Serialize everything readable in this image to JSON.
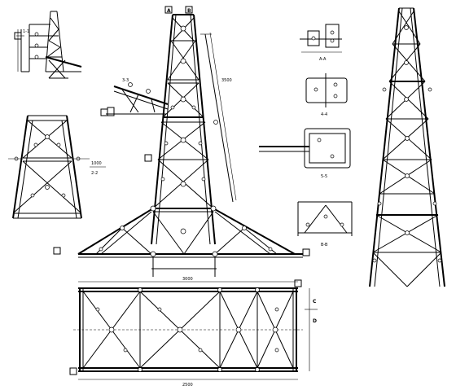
{
  "drawing": {
    "background": "#ffffff",
    "line_color": "#000000",
    "panels": {
      "left_small_view": "tower-elevation-sketch",
      "left_lower_view": "truss-section",
      "center_main_view": "main-tower-elevation",
      "right_view": "tall-tower-elevation",
      "bottom_view": "plan-truss",
      "middle_details": [
        "bracket-detail",
        "plate-detail-1",
        "plate-detail-2",
        "triangle-detail"
      ]
    },
    "labels": {
      "section_a": "1-1",
      "section_b": "2-2",
      "section_c": "3-3",
      "section_d": "4-4",
      "section_e": "5-5",
      "dim_1": "1000",
      "dim_2": "3500",
      "dim_3": "2500",
      "dim_4": "3000",
      "part_a": "A",
      "part_b": "B",
      "part_c": "C",
      "part_d": "D",
      "scale_1": "A-A",
      "scale_2": "B-B"
    }
  }
}
